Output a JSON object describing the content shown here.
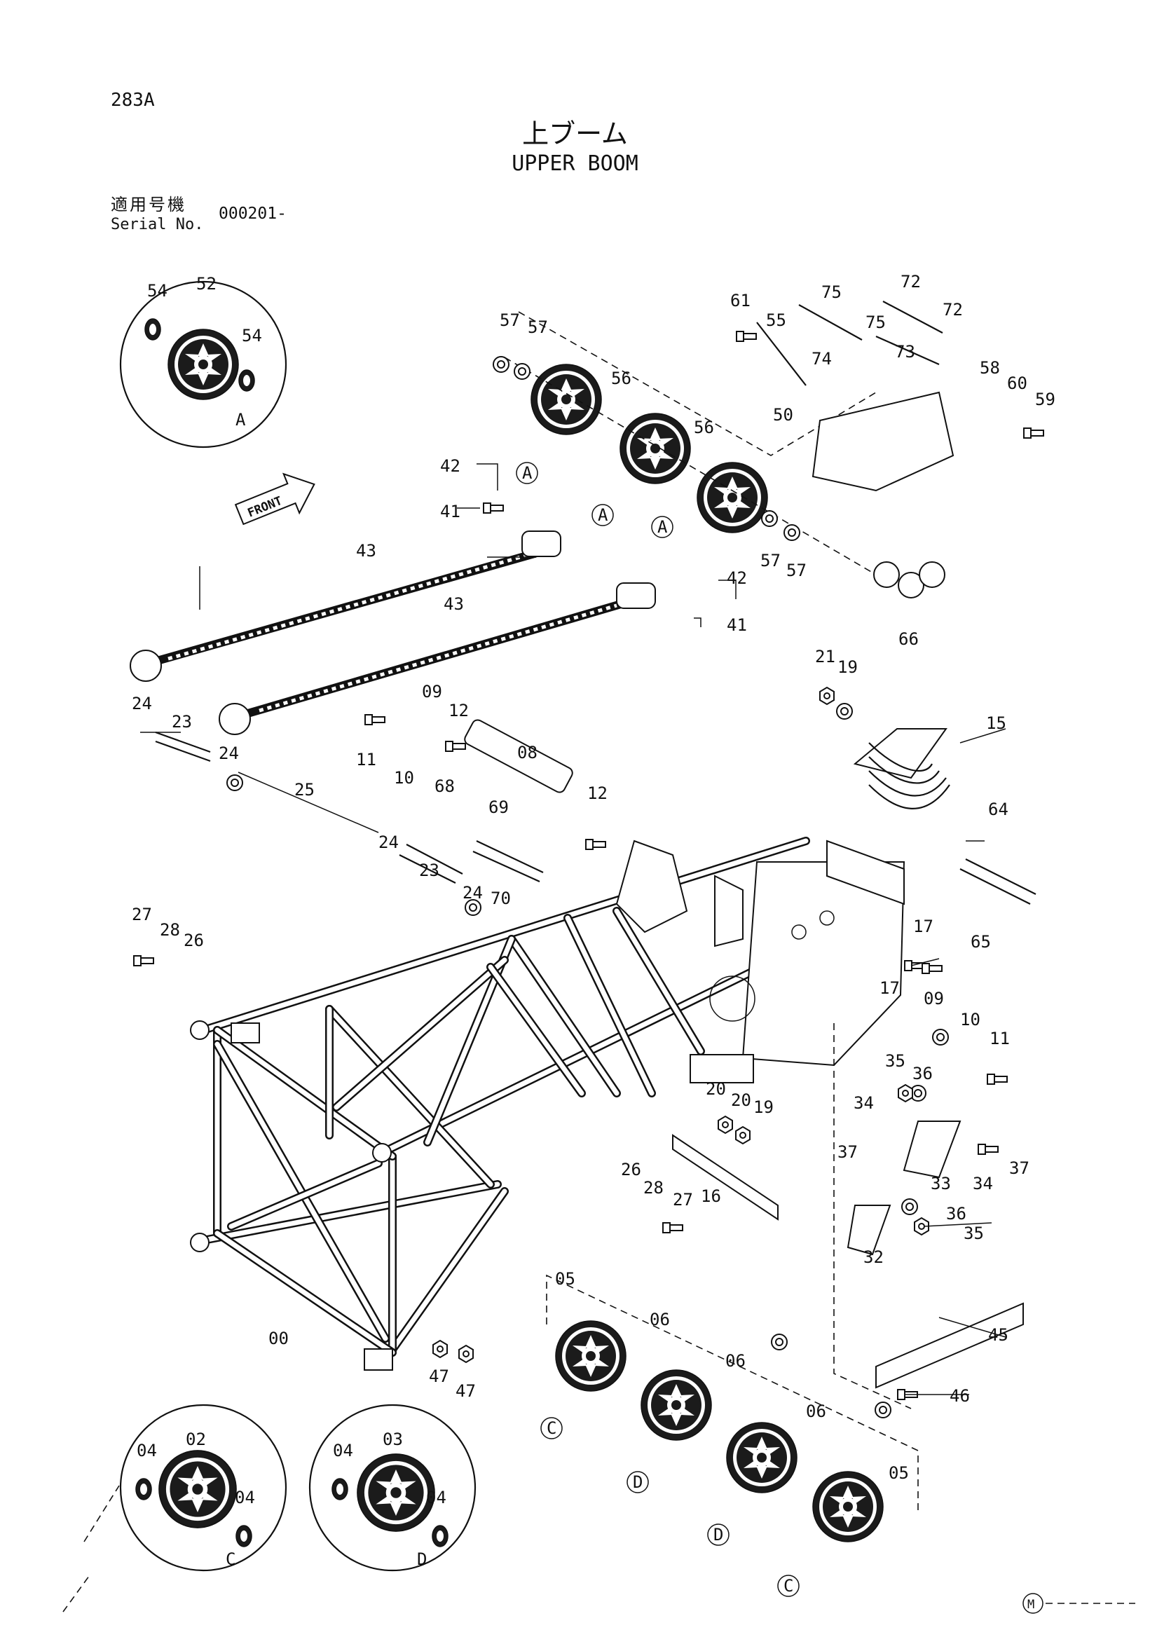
{
  "header": {
    "page_code": "283A",
    "title_ja": "上ブーム",
    "title_en": "UPPER BOOM",
    "serial_label_ja": "適用号機",
    "serial_label_en": "Serial No.",
    "serial_value": "000201-"
  },
  "diagram": {
    "callouts": [
      "00",
      "02",
      "03",
      "04",
      "05",
      "06",
      "08",
      "09",
      "10",
      "11",
      "12",
      "15",
      "16",
      "17",
      "19",
      "20",
      "21",
      "23",
      "24",
      "25",
      "26",
      "27",
      "28",
      "32",
      "33",
      "34",
      "35",
      "36",
      "37",
      "41",
      "42",
      "43",
      "45",
      "46",
      "47",
      "50",
      "52",
      "54",
      "55",
      "56",
      "57",
      "58",
      "59",
      "60",
      "61",
      "64",
      "65",
      "66",
      "68",
      "69",
      "70",
      "72",
      "73",
      "74",
      "75"
    ],
    "detail_views": [
      "A",
      "C",
      "D"
    ],
    "front_marker": "FRONT",
    "footer_marker": "M"
  },
  "colors": {
    "ink": "#111111",
    "paper": "#ffffff",
    "sheave_fill": "#1b1b1b"
  }
}
